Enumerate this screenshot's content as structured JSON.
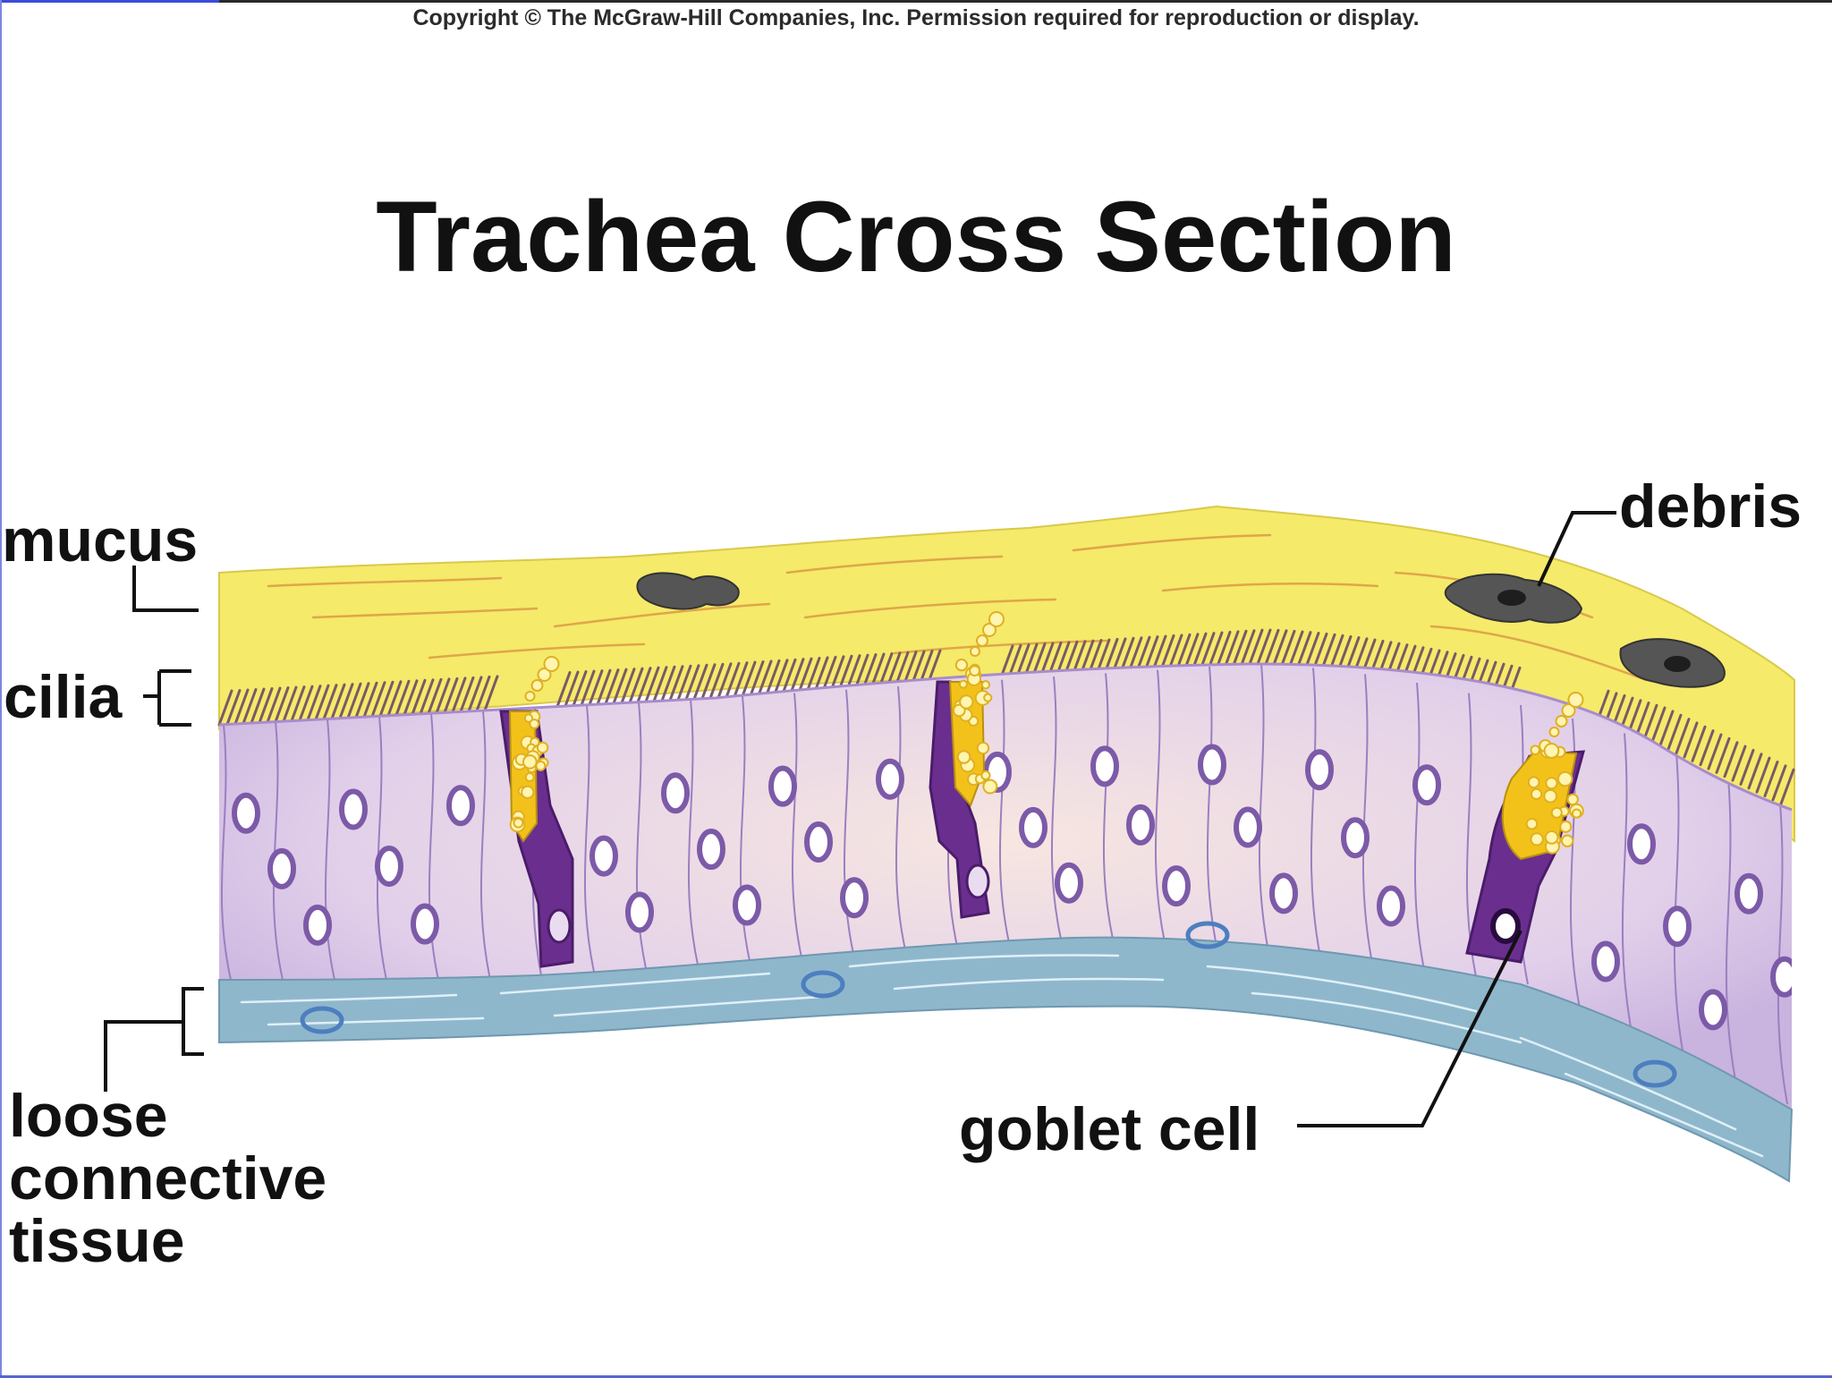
{
  "copyright": "Copyright © The McGraw-Hill Companies, Inc. Permission required for reproduction or display.",
  "title": "Trachea Cross Section",
  "labels": {
    "mucus": "mucus",
    "cilia": "cilia",
    "debris": "debris",
    "goblet_cell": "goblet cell",
    "loose_connective_tissue_line1": "loose",
    "loose_connective_tissue_line2": "connective",
    "loose_connective_tissue_line3": "tissue"
  },
  "colors": {
    "mucus": "#f5ea6a",
    "cilia": "#7a5a66",
    "epithelium": "#e3d2ec",
    "cell_outline": "#9c7fc0",
    "nucleus": "#7c5aa8",
    "goblet": "#6a2f8e",
    "goblet_granules": "#f3c21a",
    "connective_tissue": "#8fb7cc",
    "debris": "#555555"
  }
}
